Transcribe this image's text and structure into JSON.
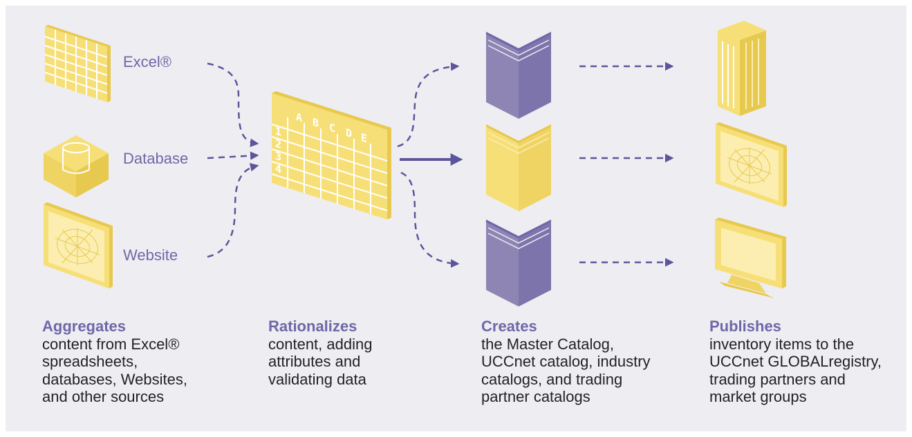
{
  "colors": {
    "background": "#eeedf2",
    "yellow": "#f7df77",
    "yellow_dark": "#e8c94f",
    "purple": "#8f85b4",
    "purple_dark": "#6e67a8",
    "arrow": "#5b559b",
    "text": "#222222"
  },
  "sources": {
    "excel": "Excel®",
    "database": "Database",
    "website": "Website"
  },
  "spreadsheet": {
    "columns": [
      "A",
      "B",
      "C",
      "D",
      "E"
    ],
    "rows": [
      "1",
      "2",
      "3",
      "4"
    ]
  },
  "icons": {
    "excel_source": "spreadsheet-icon",
    "database_source": "database-icon",
    "website_source": "website-icon",
    "rationalize": "spreadsheet-grid-icon",
    "catalog_top": "book-icon",
    "catalog_middle": "book-icon",
    "catalog_bottom": "book-icon",
    "publish_top": "building-icon",
    "publish_middle": "website-icon",
    "publish_bottom": "monitor-icon"
  },
  "captions": {
    "aggregates": {
      "head": "Aggregates",
      "body": "content from Excel®\nspreadsheets,\ndatabases, Websites,\nand other sources"
    },
    "rationalizes": {
      "head": "Rationalizes",
      "body": "content, adding\nattributes and\nvalidating data"
    },
    "creates": {
      "head": "Creates",
      "body": "the Master Catalog,\nUCCnet catalog, industry\ncatalogs, and trading\npartner catalogs"
    },
    "publishes": {
      "head": "Publishes",
      "body": "inventory items to the\nUCCnet GLOBALregistry,\ntrading partners and\nmarket groups"
    }
  }
}
